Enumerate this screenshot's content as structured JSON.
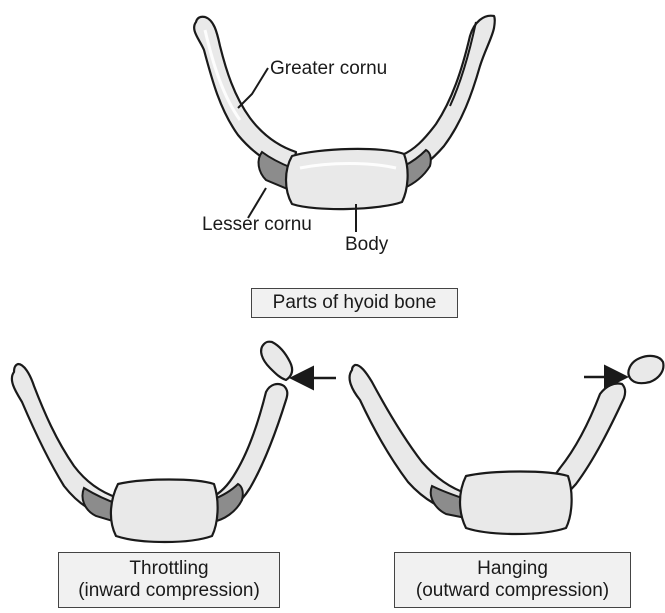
{
  "labels": {
    "greater_cornu": "Greater cornu",
    "lesser_cornu": "Lesser cornu",
    "body": "Body"
  },
  "captions": {
    "parts": "Parts of hyoid bone",
    "throttling_line1": "Throttling",
    "throttling_line2": "(inward compression)",
    "hanging_line1": "Hanging",
    "hanging_line2": "(outward compression)"
  },
  "colors": {
    "bone_fill": "#e9e9e9",
    "lesser_cornu_fill": "#8c8c8c",
    "outline": "#1a1a1a",
    "caption_box_fill": "#f1f1f1"
  }
}
